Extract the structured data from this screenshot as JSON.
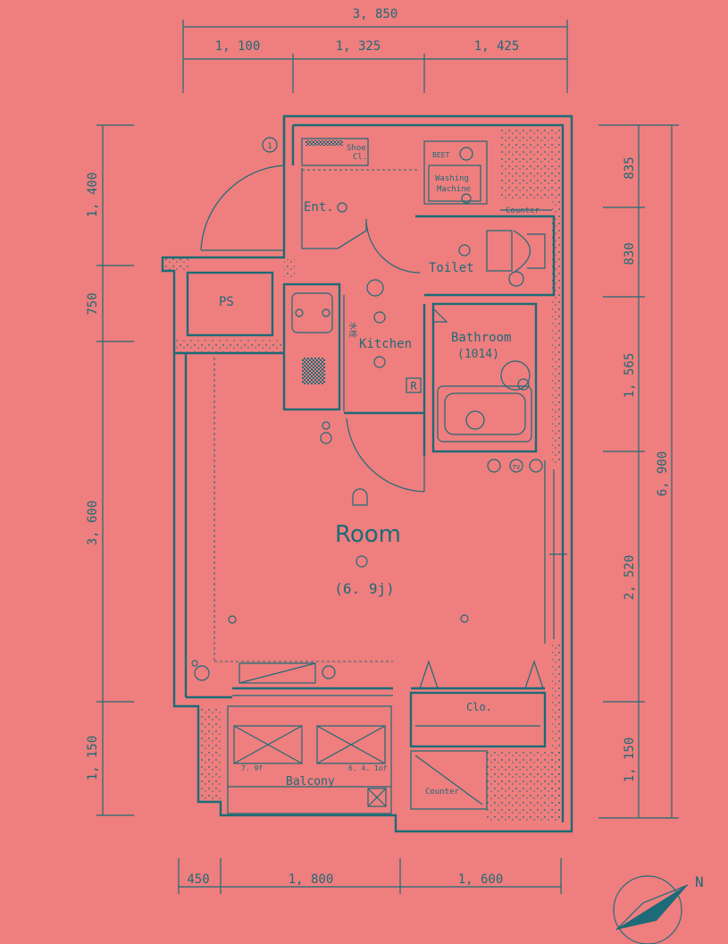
{
  "dimensions": {
    "top_total": "3, 850",
    "top_segments": [
      "1, 100",
      "1, 325",
      "1, 425"
    ],
    "left": [
      "1, 400",
      "750",
      "3, 600",
      "1, 150"
    ],
    "right_outer": "6, 900",
    "right_inner": [
      "835",
      "830",
      "1, 565",
      "2, 520",
      "1, 150"
    ],
    "bottom": [
      "450",
      "1, 800",
      "1, 600"
    ]
  },
  "rooms": {
    "entrance": "Ent.",
    "shoe_storage": "Shoe",
    "shoe_storage_sub": "Cl.",
    "washer": "Washing",
    "washer_sub": "Machine",
    "washer_tag": "BEET",
    "toilet": "Toilet",
    "counter_top": "Counter",
    "kitchen": "Kitchen",
    "bathroom": "Bathroom",
    "bathroom_size": "(1014)",
    "ps": "PS",
    "room": "Room",
    "room_size": "(6. 9j)",
    "closet": "Clo.",
    "counter_bottom": "Counter",
    "balcony": "Balcony",
    "ac_left": "7. 9f",
    "ac_right": "6. 4. 1of"
  },
  "symbols": {
    "refrigerator": "R",
    "tv": "TV",
    "compass": "N",
    "kitchen_vertical_note": "水栓",
    "panel_mark": "1"
  }
}
